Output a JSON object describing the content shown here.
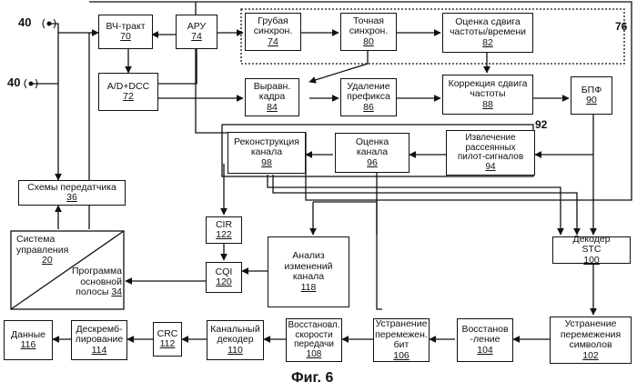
{
  "blocks": {
    "rf": {
      "label": "ВЧ-тракт",
      "num": "70"
    },
    "agc": {
      "label": "АРУ",
      "num": "74"
    },
    "adc": {
      "label": "A/D+DCC",
      "num": "72"
    },
    "coarse": {
      "label": "Грубая\nсинхрон.",
      "num": "74"
    },
    "fine": {
      "label": "Точная\nсинхрон.",
      "num": "80"
    },
    "offest": {
      "label": "Оценка сдвига\nчастоты/времени",
      "num": "82"
    },
    "frame": {
      "label": "Выравн.\nкадра",
      "num": "84"
    },
    "prefix": {
      "label": "Удаление\nпрефикса",
      "num": "86"
    },
    "freqcorr": {
      "label": "Коррекция сдвига\nчастоты",
      "num": "88"
    },
    "fft": {
      "label": "БПФ",
      "num": "90"
    },
    "recon": {
      "label": "Реконструкция\nканала",
      "num": "98"
    },
    "chest": {
      "label": "Оценка\nканала",
      "num": "96"
    },
    "pilot": {
      "label": "Извлечение\nрассеянных\nпилот-сигналов",
      "num": "94"
    },
    "tx": {
      "label": "Схемы передатчика",
      "num": "36"
    },
    "cir": {
      "label": "CIR",
      "num": "122"
    },
    "cqi": {
      "label": "CQI",
      "num": "120"
    },
    "chanal": {
      "label": "Анализ\nизменений\nканала",
      "num": "118"
    },
    "stc": {
      "label": "Декодер\nSTC",
      "num": "100"
    },
    "deinsym": {
      "label": "Устранение\nперемежения\nсимволов",
      "num": "102"
    },
    "restore": {
      "label": "Восстанов\n-ление",
      "num": "104"
    },
    "deinbit": {
      "label": "Устранение\nперемежен.\nбит",
      "num": "106"
    },
    "rate": {
      "label": "Восстановл.\nскорости\nпередачи",
      "num": "108"
    },
    "chdec": {
      "label": "Канальный\nдекодер",
      "num": "110"
    },
    "crc": {
      "label": "CRC",
      "num": "112"
    },
    "descr": {
      "label": "Дескремб-\nлирование",
      "num": "114"
    },
    "data": {
      "label": "Данные",
      "num": "116"
    }
  },
  "control": {
    "label": "Система\nуправления",
    "num": "20",
    "label2": "Программа\nосновной\nполосы",
    "num2": "34"
  },
  "labels": {
    "ant1": "40",
    "ant2": "40",
    "grp76": "76",
    "grp92": "92"
  },
  "caption": "Фиг. 6"
}
